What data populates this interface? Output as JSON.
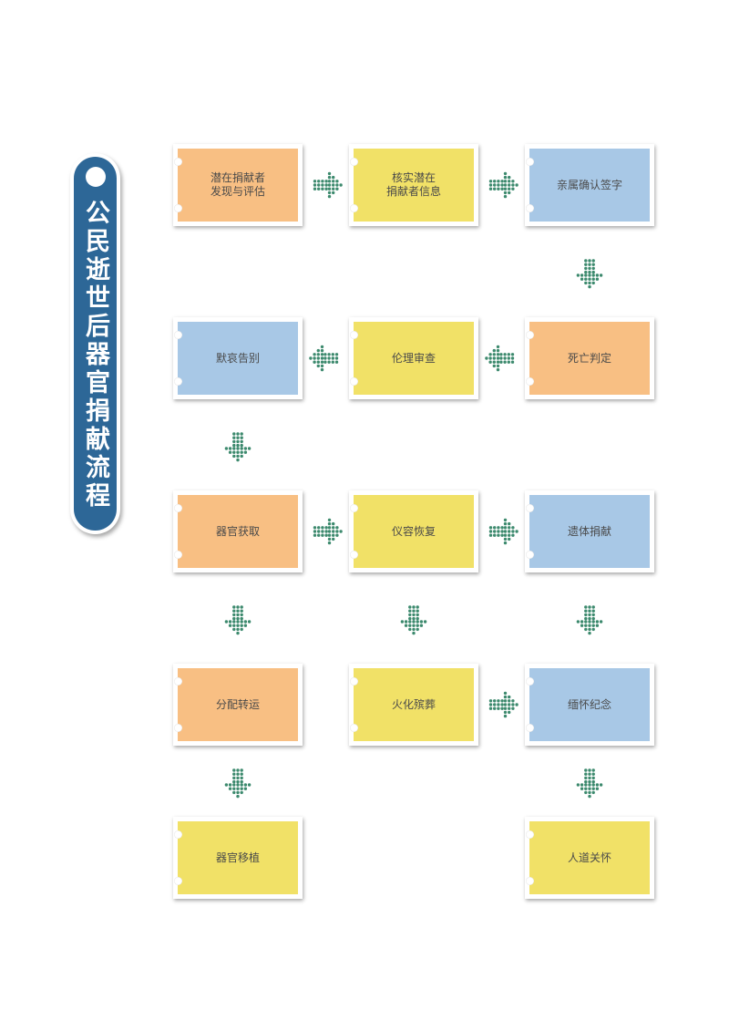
{
  "title": "公民逝世后器官捐献流程",
  "colors": {
    "orange": "#f8bf83",
    "yellow": "#f1e167",
    "blue": "#a8c8e6",
    "title_bg": "#2d6797",
    "arrow": "#3d8a6e"
  },
  "steps": [
    {
      "id": "s1",
      "label": "潜在捐献者\n发现与评估",
      "color": "orange"
    },
    {
      "id": "s2",
      "label": "核实潜在\n捐献者信息",
      "color": "yellow"
    },
    {
      "id": "s3",
      "label": "亲属确认签字",
      "color": "blue"
    },
    {
      "id": "s4",
      "label": "死亡判定",
      "color": "orange"
    },
    {
      "id": "s5",
      "label": "伦理审查",
      "color": "yellow"
    },
    {
      "id": "s6",
      "label": "默哀告别",
      "color": "blue"
    },
    {
      "id": "s7",
      "label": "器官获取",
      "color": "orange"
    },
    {
      "id": "s8",
      "label": "仪容恢复",
      "color": "yellow"
    },
    {
      "id": "s9",
      "label": "遗体捐献",
      "color": "blue"
    },
    {
      "id": "s10",
      "label": "分配转运",
      "color": "orange"
    },
    {
      "id": "s11",
      "label": "火化殡葬",
      "color": "yellow"
    },
    {
      "id": "s12",
      "label": "缅怀纪念",
      "color": "blue"
    },
    {
      "id": "s13",
      "label": "器官移植",
      "color": "yellow"
    },
    {
      "id": "s14",
      "label": "人道关怀",
      "color": "yellow"
    }
  ],
  "connections": [
    {
      "from": "s1",
      "to": "s2"
    },
    {
      "from": "s2",
      "to": "s3"
    },
    {
      "from": "s3",
      "to": "s4"
    },
    {
      "from": "s4",
      "to": "s5"
    },
    {
      "from": "s5",
      "to": "s6"
    },
    {
      "from": "s6",
      "to": "s7"
    },
    {
      "from": "s7",
      "to": "s8"
    },
    {
      "from": "s8",
      "to": "s9"
    },
    {
      "from": "s7",
      "to": "s10"
    },
    {
      "from": "s8",
      "to": "s11"
    },
    {
      "from": "s9",
      "to": "s12"
    },
    {
      "from": "s11",
      "to": "s12"
    },
    {
      "from": "s10",
      "to": "s13"
    },
    {
      "from": "s12",
      "to": "s14"
    }
  ]
}
